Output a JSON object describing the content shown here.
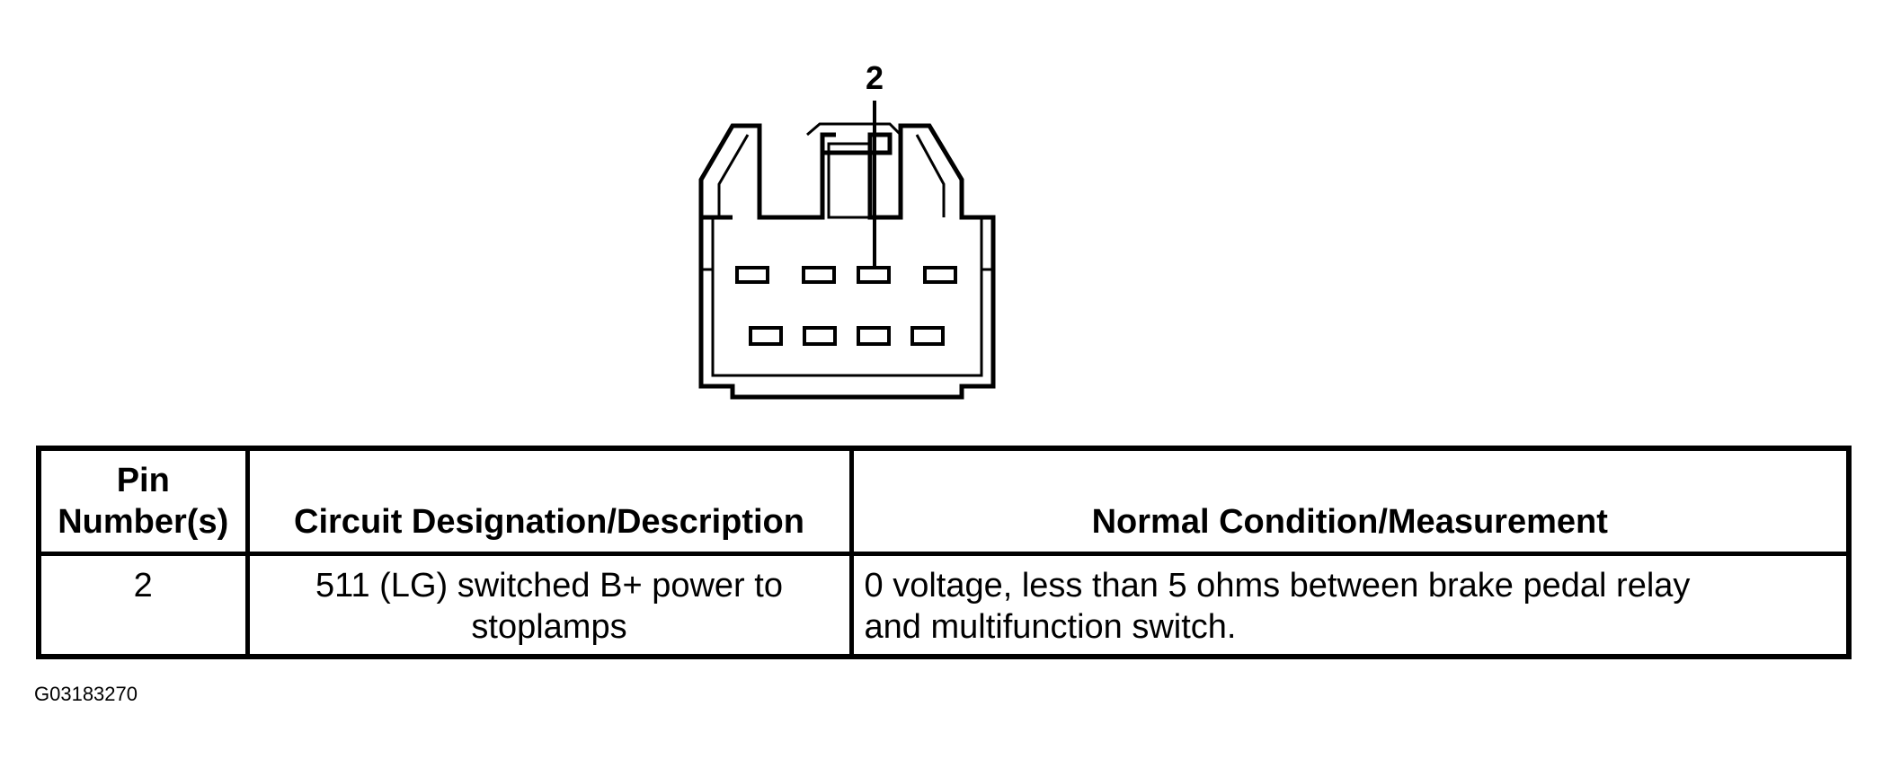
{
  "diagram": {
    "pin_callout": "2",
    "icon": "connector-face-icon"
  },
  "table": {
    "headers": {
      "pin": "Pin Number(s)",
      "pin_line1": "Pin",
      "pin_line2": "Number(s)",
      "circuit": "Circuit Designation/Description",
      "condition": "Normal Condition/Measurement"
    },
    "rows": [
      {
        "pin": "2",
        "circuit": "511 (LG) switched B+ power to stoplamps",
        "circuit_line1": "511 (LG) switched B+ power to",
        "circuit_line2": "stoplamps",
        "condition": "0 voltage, less than 5 ohms between brake pedal relay and multifunction switch.",
        "condition_line1": "0 voltage, less than 5 ohms between brake pedal relay",
        "condition_line2": "and multifunction switch."
      }
    ]
  },
  "figure_id": "G03183270"
}
